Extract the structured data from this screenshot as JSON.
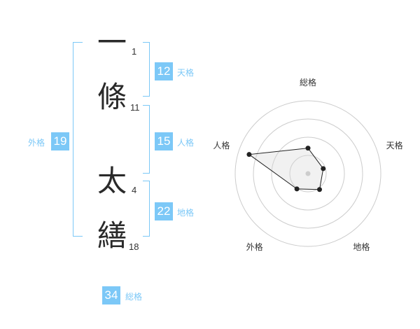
{
  "name": {
    "chars": [
      {
        "char": "一",
        "strokes": "1"
      },
      {
        "char": "條",
        "strokes": "11"
      },
      {
        "char": "太",
        "strokes": "4"
      },
      {
        "char": "繕",
        "strokes": "18"
      }
    ]
  },
  "kakusu": {
    "tenkaku": {
      "value": "12",
      "label": "天格"
    },
    "jinkaku": {
      "value": "15",
      "label": "人格"
    },
    "chikaku": {
      "value": "22",
      "label": "地格"
    },
    "gaikaku": {
      "value": "19",
      "label": "外格"
    },
    "soukaku": {
      "value": "34",
      "label": "総格"
    }
  },
  "colors": {
    "accent": "#7cc8f7",
    "text": "#2a2a2a",
    "ring": "#cccccc"
  },
  "chart_data": {
    "type": "radar",
    "axes": [
      "総格",
      "天格",
      "地格",
      "外格",
      "人格"
    ],
    "rings": 4,
    "values": [
      0.35,
      0.22,
      0.27,
      0.26,
      0.85
    ],
    "max": 1
  }
}
